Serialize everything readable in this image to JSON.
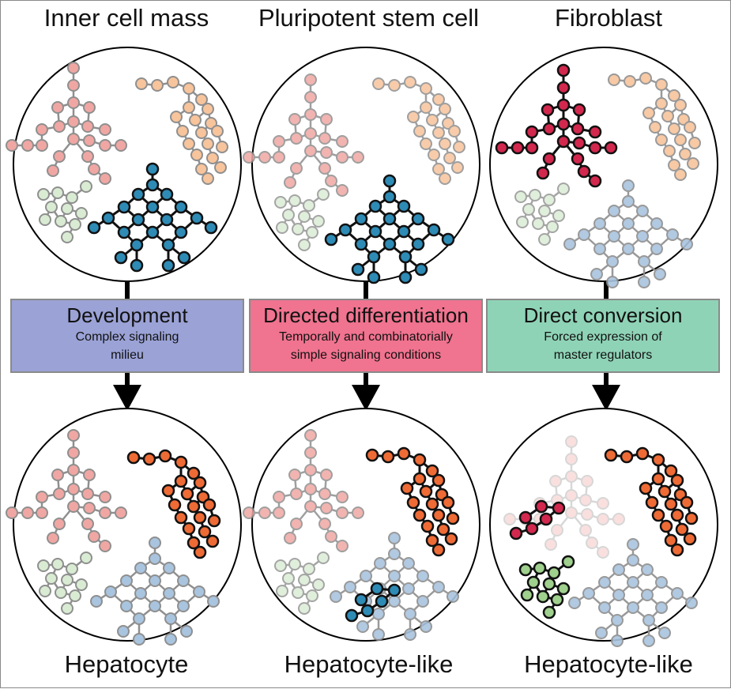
{
  "columns": [
    {
      "source": "Inner cell mass",
      "process_title": "Development",
      "process_subtitle": [
        "Complex signaling",
        "milieu"
      ],
      "target": "Hepatocyte"
    },
    {
      "source": "Pluripotent stem cell",
      "process_title": "Directed differentiation",
      "process_subtitle": [
        "Temporally and combinatorially",
        "simple signaling conditions"
      ],
      "target": "Hepatocyte-like"
    },
    {
      "source": "Fibroblast",
      "process_title": "Direct conversion",
      "process_subtitle": [
        "Forced expression of",
        "master regulators"
      ],
      "target": "Hepatocyte-like"
    }
  ],
  "colors": {
    "development_box": "#9aa2d6",
    "directed_differentiation_box": "#f0738f",
    "direct_conversion_box": "#8fd3b7",
    "pink_network": "#f0a7a3",
    "peach_network": "#f7c49c",
    "light_green_network": "#d9ecd3",
    "blue_network": "#2e8bb5",
    "hepatocyte_network": "#ee6b36",
    "fibroblast_network": "#d2284e",
    "pale_blue_network": "#a9c4de",
    "green_network": "#9fd08d"
  }
}
